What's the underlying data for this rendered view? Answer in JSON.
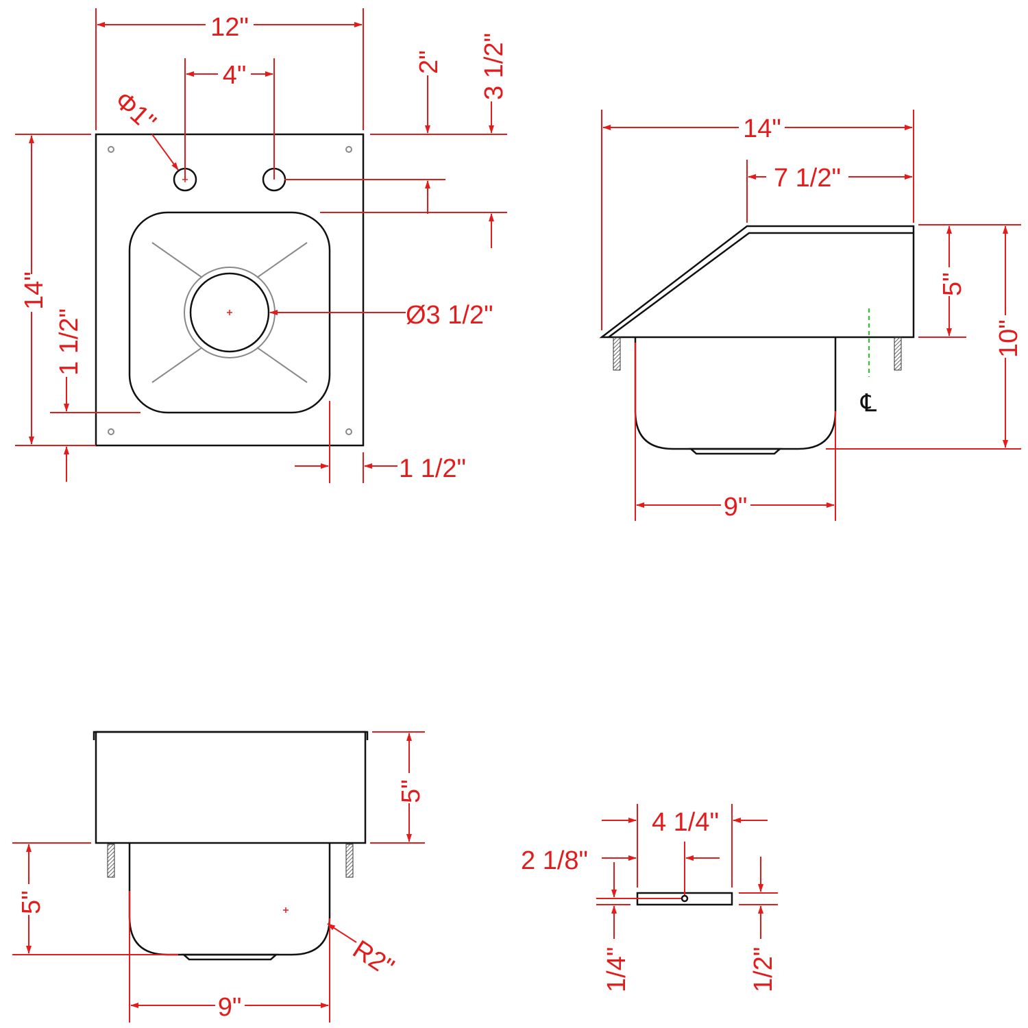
{
  "top_view": {
    "width": "12\"",
    "faucet_spacing": "4\"",
    "faucet_hole_dia": "Φ1\"",
    "faucet_offset": "2\"",
    "bowl_offset": "3 1/2\"",
    "drain_dia": "Ø3 1/2\"",
    "depth": "14\"",
    "front_margin": "1 1/2\"",
    "side_margin": "1 1/2\""
  },
  "side_view": {
    "depth": "14\"",
    "top_depth": "7 1/2\"",
    "backsplash_height": "5\"",
    "overall_height": "10\"",
    "bowl_width": "9\"",
    "centerline": "℄"
  },
  "front_view": {
    "backsplash_height": "5\"",
    "bowl_depth": "5\"",
    "bowl_width": "9\"",
    "corner_radius": "R2\""
  },
  "section": {
    "width": "4 1/4\"",
    "hole_offset": "2 1/8\"",
    "hole_height": "1/4\"",
    "thickness": "1/2\""
  }
}
